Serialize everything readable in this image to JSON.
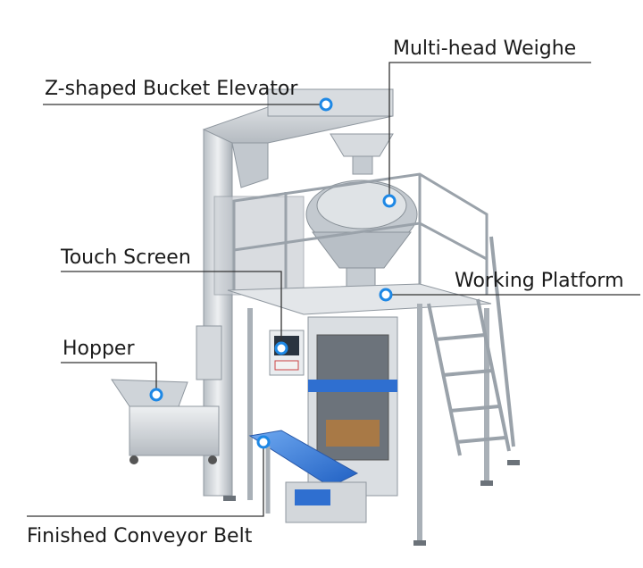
{
  "callouts": [
    {
      "id": "z-elevator",
      "label": "Z-shaped Bucket Elevator"
    },
    {
      "id": "weigher",
      "label": "Multi-head Weighe"
    },
    {
      "id": "touch-screen",
      "label": "Touch Screen"
    },
    {
      "id": "platform",
      "label": "Working Platform"
    },
    {
      "id": "hopper",
      "label": "Hopper"
    },
    {
      "id": "conveyor",
      "label": "Finished Conveyor Belt"
    }
  ],
  "colors": {
    "steel": "#d4d8dc",
    "steel_dark": "#9aa2aa",
    "steel_light": "#eef0f2",
    "accent_blue": "#2f6fd0",
    "marker_blue": "#1e88e5",
    "leader": "#333333"
  }
}
